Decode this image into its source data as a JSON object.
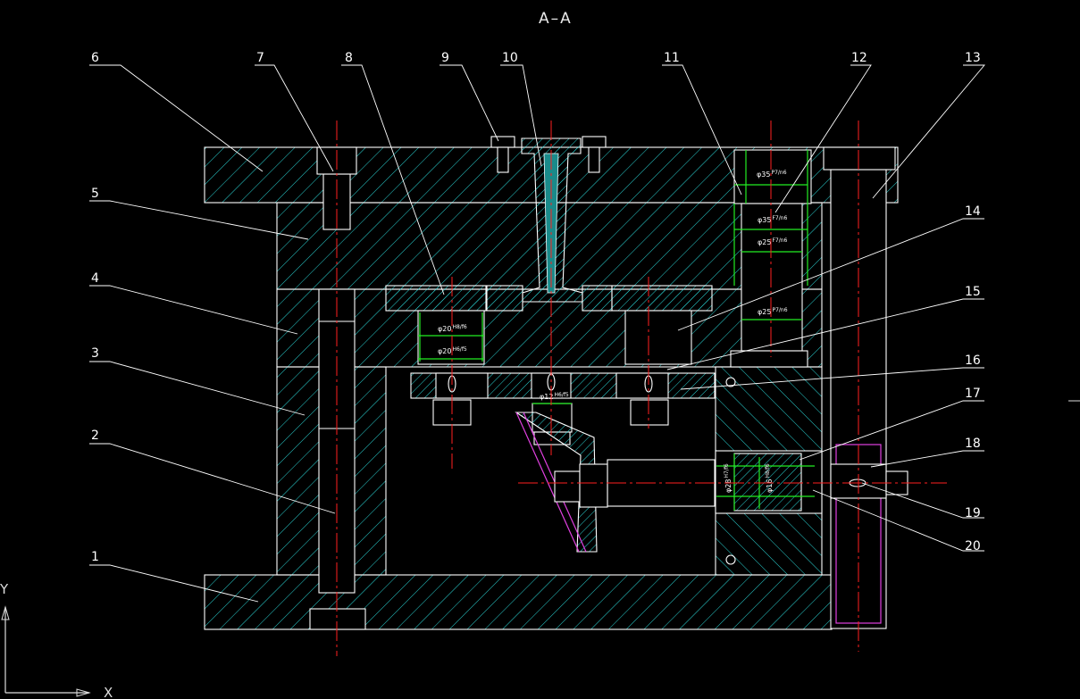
{
  "view_title": "A–A",
  "part_numbers": [
    "1",
    "2",
    "3",
    "4",
    "5",
    "6",
    "7",
    "8",
    "9",
    "10",
    "11",
    "12",
    "13",
    "14",
    "15",
    "16",
    "17",
    "18",
    "19",
    "20"
  ],
  "dimensions": {
    "d1": "φ35",
    "d1_tol": "P7/n6",
    "d2": "φ35",
    "d2_tol": "F7/n6",
    "d3": "φ25",
    "d3_tol": "F7/n6",
    "d4": "φ25",
    "d4_tol": "P7/n6",
    "d5": "φ20",
    "d5_tol": "H8/f6",
    "d6": "φ20",
    "d6_tol": "H6/f5",
    "d7": "φ12",
    "d7_tol": "H6/f5",
    "d8": "φ28",
    "d8_tol": "H7/f6",
    "d9": "φ16",
    "d9_tol": "H8/f6"
  },
  "ucs": {
    "x_label": "X",
    "y_label": "Y"
  },
  "colors": {
    "background": "#000000",
    "hatch": "#2ad4d4",
    "outline": "#ffffff",
    "centerline": "#ff2020",
    "dimension": "#22ee22",
    "rack": "#e040e0"
  }
}
